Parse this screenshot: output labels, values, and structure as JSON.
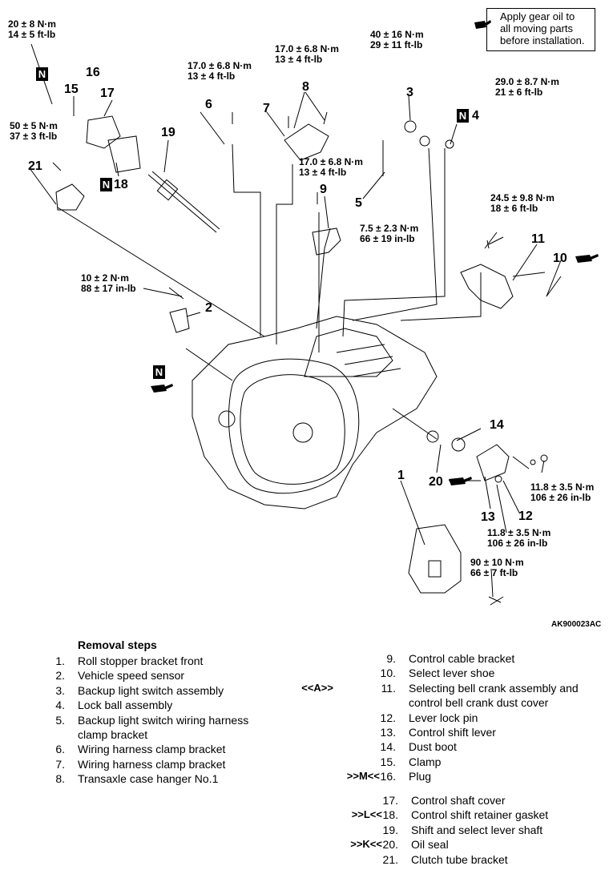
{
  "note": {
    "text_lines": [
      "Apply gear oil to",
      "all moving parts",
      "before installation."
    ],
    "icon": "oil-can-icon"
  },
  "torque_labels": [
    {
      "lines": [
        "20 ± 8 N·m",
        "14 ± 5 ft-lb"
      ]
    },
    {
      "lines": [
        "17.0 ± 6.8 N·m",
        "13 ± 4 ft-lb"
      ]
    },
    {
      "lines": [
        "40 ± 16 N·m",
        "29 ± 11 ft-lb"
      ]
    },
    {
      "lines": [
        "17.0 ± 6.8 N·m",
        "13 ± 4 ft-lb"
      ]
    },
    {
      "lines": [
        "29.0 ± 8.7 N·m",
        "21 ± 6 ft-lb"
      ]
    },
    {
      "lines": [
        "50 ± 5 N·m",
        "37 ± 3 ft-lb"
      ]
    },
    {
      "lines": [
        "17.0 ± 6.8 N·m",
        "13 ± 4 ft-lb"
      ]
    },
    {
      "lines": [
        "7.5 ± 2.3 N·m",
        "66 ± 19 in-lb"
      ]
    },
    {
      "lines": [
        "24.5 ± 9.8 N·m",
        "18 ± 6 ft-lb"
      ]
    },
    {
      "lines": [
        "10 ± 2 N·m",
        "88 ± 17 in-lb"
      ]
    },
    {
      "lines": [
        "11.8 ± 3.5 N·m",
        "106 ± 26 in-lb"
      ]
    },
    {
      "lines": [
        "11.8 ± 3.5 N·m",
        "106 ± 26 in-lb"
      ]
    },
    {
      "lines": [
        "90 ± 10 N·m",
        "66 ± 7 ft-lb"
      ]
    }
  ],
  "callouts": [
    "16",
    "15",
    "17",
    "21",
    "18",
    "6",
    "7",
    "8",
    "19",
    "3",
    "4",
    "5",
    "9",
    "11",
    "10",
    "2",
    "14",
    "1",
    "20",
    "13",
    "12"
  ],
  "new_part_mark": "N",
  "figure_code": "AK900023AC",
  "removal": {
    "heading": "Removal steps",
    "left": [
      {
        "num": "1.",
        "name": "Roll stopper bracket front"
      },
      {
        "num": "2.",
        "name": "Vehicle speed sensor"
      },
      {
        "num": "3.",
        "name": "Backup light switch assembly"
      },
      {
        "num": "4.",
        "name": "Lock ball assembly"
      },
      {
        "num": "5.",
        "name": "Backup light switch wiring harness"
      },
      {
        "num": "",
        "name": "clamp bracket"
      },
      {
        "num": "6.",
        "name": "Wiring harness clamp bracket"
      },
      {
        "num": "7.",
        "name": "Wiring harness clamp bracket"
      },
      {
        "num": "8.",
        "name": "Transaxle case hanger No.1"
      }
    ],
    "right": [
      {
        "mark": "",
        "num": "9.",
        "name": "Control cable bracket"
      },
      {
        "mark": "",
        "num": "10.",
        "name": "Select lever shoe"
      },
      {
        "mark": "<<A>>",
        "num": "11.",
        "name": "Selecting bell crank assembly and"
      },
      {
        "mark": "",
        "num": "",
        "name": "control bell crank dust cover"
      },
      {
        "mark": "",
        "num": "12.",
        "name": "Lever lock pin"
      },
      {
        "mark": "",
        "num": "13.",
        "name": "Control shift lever"
      },
      {
        "mark": "",
        "num": "14.",
        "name": "Dust boot"
      },
      {
        "mark": "",
        "num": "15.",
        "name": "Clamp"
      },
      {
        "mark": ">>M<<",
        "num": "16.",
        "name": "Plug"
      }
    ],
    "right2": [
      {
        "mark": "",
        "num": "17.",
        "name": "Control shaft cover"
      },
      {
        "mark": ">>L<<",
        "num": "18.",
        "name": "Control shift retainer gasket"
      },
      {
        "mark": "",
        "num": "19.",
        "name": "Shift and select lever shaft"
      },
      {
        "mark": ">>K<<",
        "num": "20.",
        "name": "Oil seal"
      },
      {
        "mark": "",
        "num": "21.",
        "name": "Clutch tube bracket"
      }
    ]
  }
}
